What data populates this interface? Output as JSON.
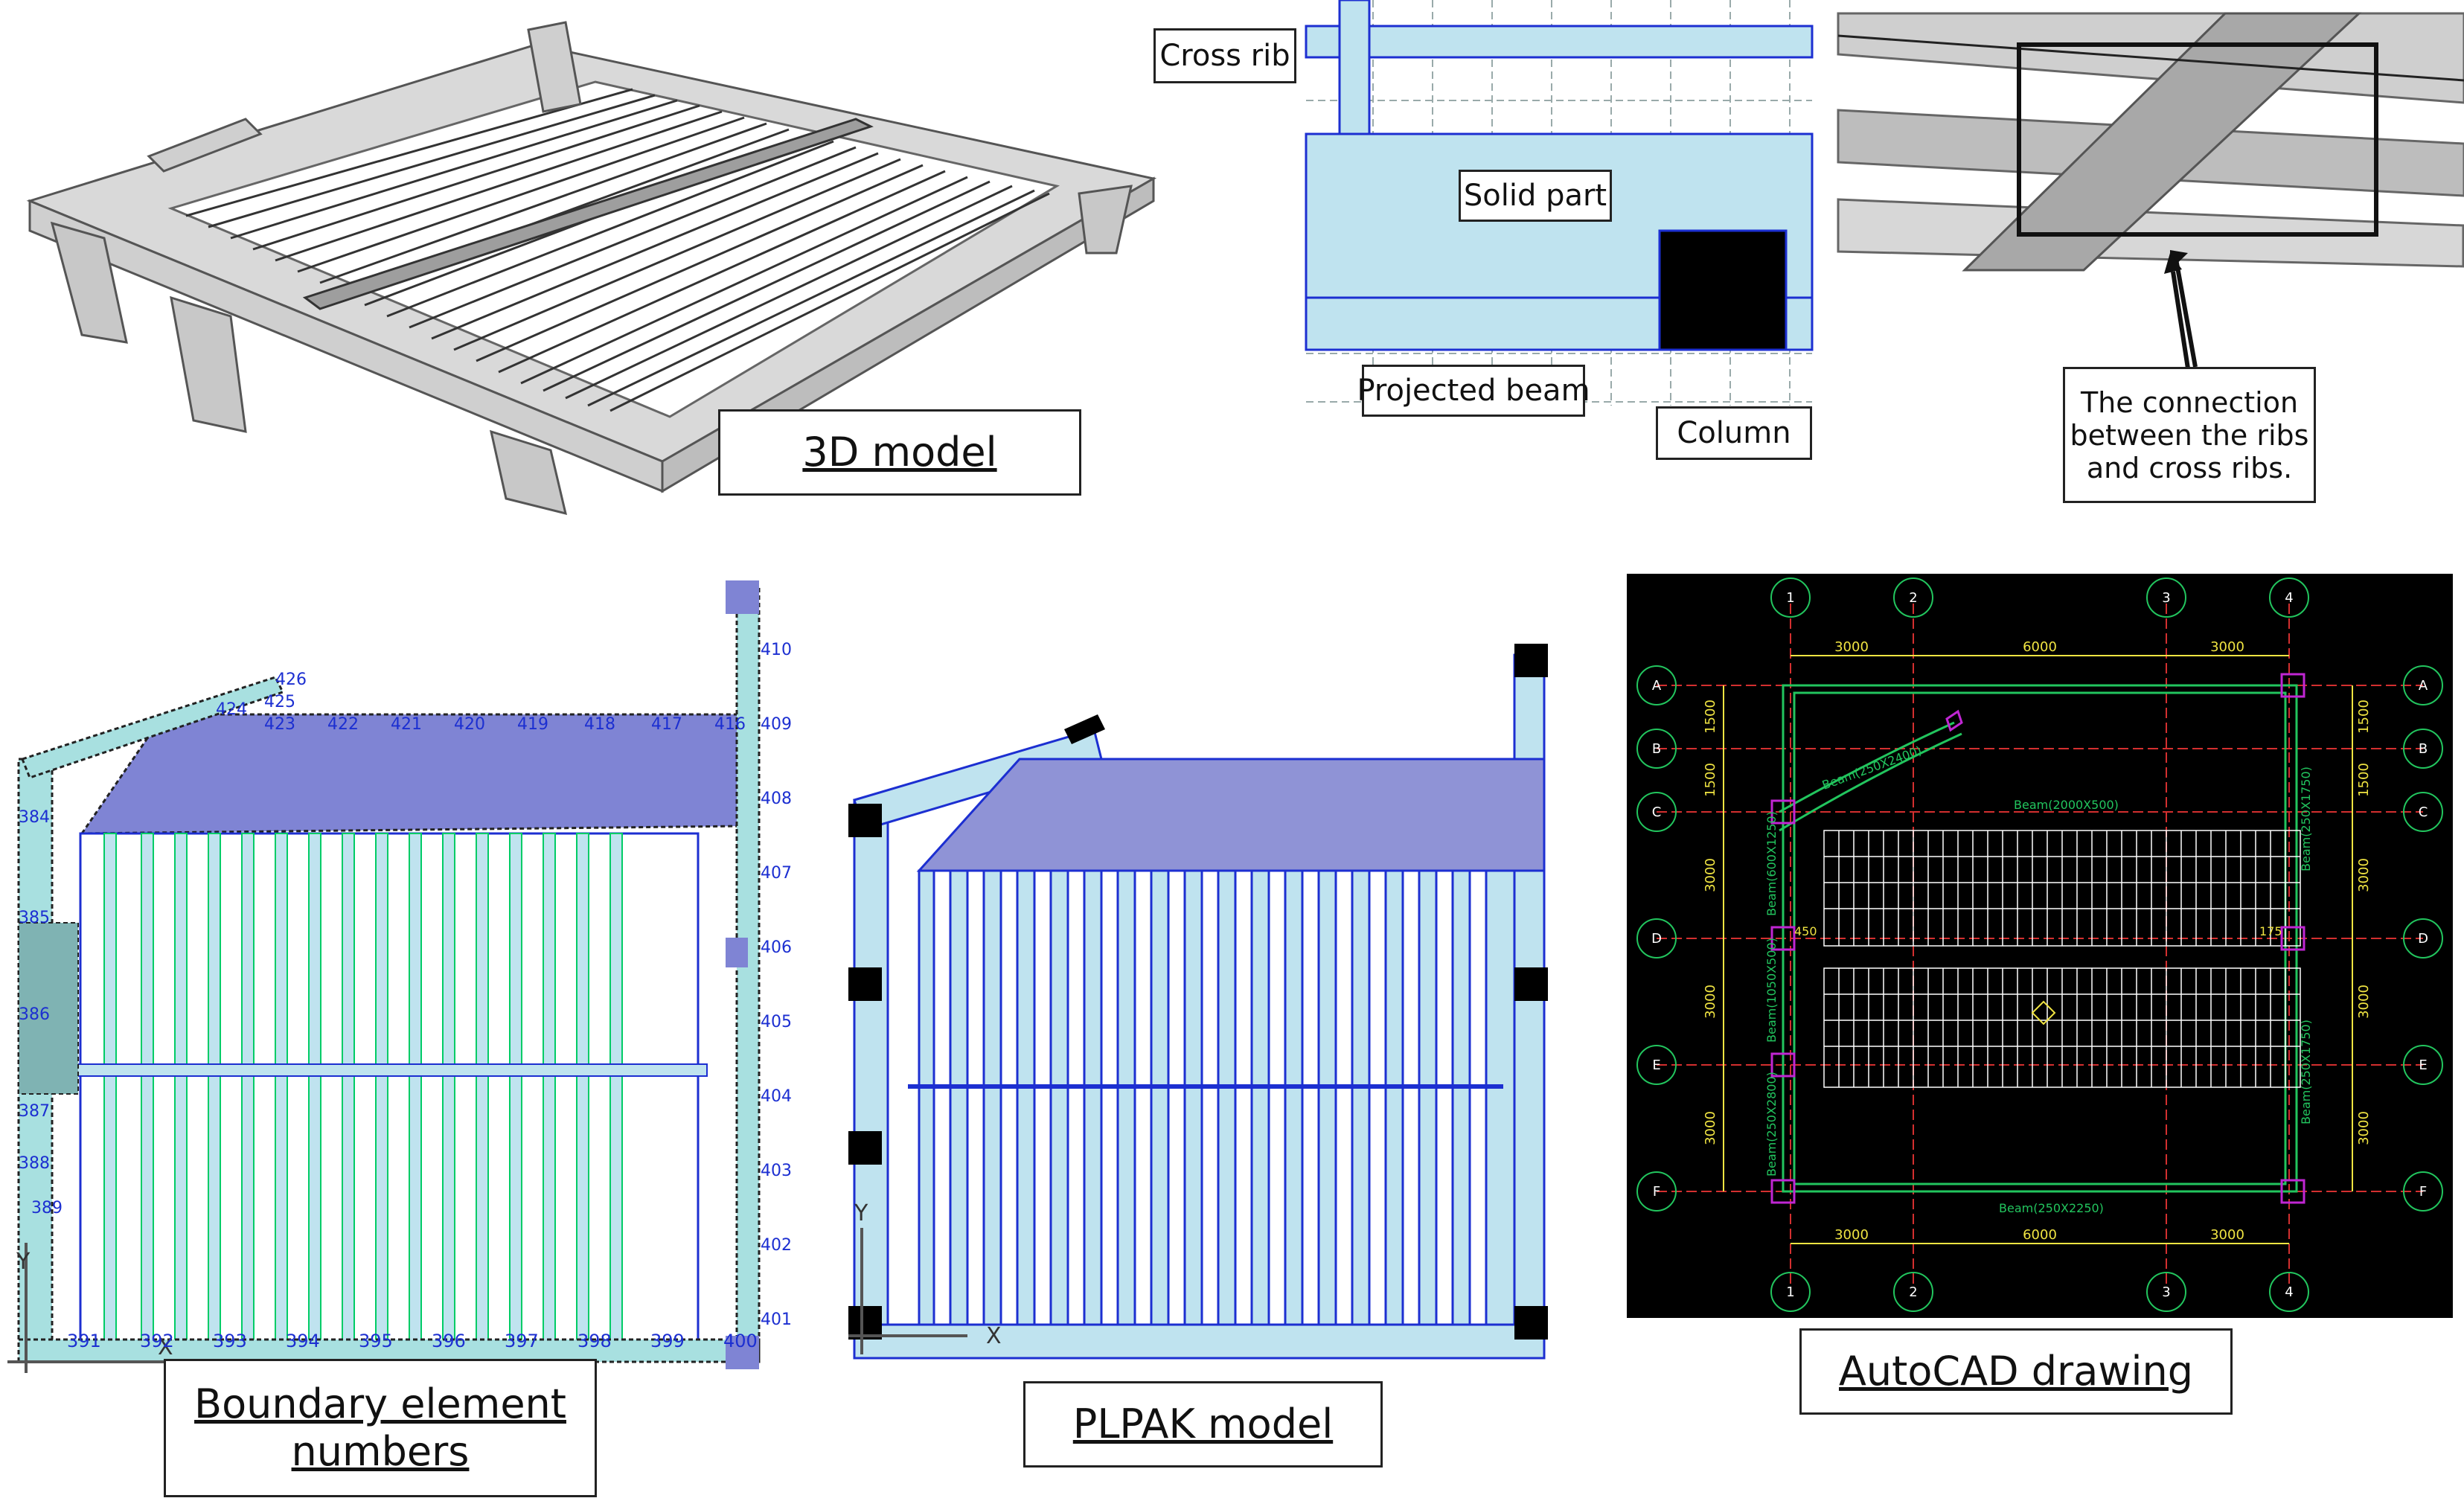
{
  "captions": {
    "model3d": "3D model",
    "boundary_line1": "Boundary element",
    "boundary_line2": "numbers",
    "plpak": "PLPAK model",
    "autocad": "AutoCAD drawing"
  },
  "detail_tags": {
    "cross_rib": "Cross rib",
    "solid_part": "Solid part",
    "projected_beam": "Projected beam",
    "column": "Column"
  },
  "connection_note": {
    "line1": "The connection",
    "line2": "between the ribs",
    "line3": "and cross ribs."
  },
  "boundary_numbers": {
    "bottom": [
      "391",
      "392",
      "393",
      "394",
      "395",
      "396",
      "397",
      "398",
      "399",
      "400"
    ],
    "right": [
      "401",
      "402",
      "403",
      "404",
      "405",
      "406",
      "407",
      "408",
      "409",
      "410"
    ],
    "left": [
      "384",
      "385",
      "386",
      "387",
      "388",
      "389"
    ],
    "top_arc": [
      "416",
      "417",
      "418",
      "419",
      "420",
      "421",
      "422",
      "423",
      "424",
      "425",
      "426"
    ],
    "axis_x": "X",
    "axis_y": "Y"
  },
  "plpak_axes": {
    "x": "X",
    "y": "Y"
  },
  "autocad": {
    "grid_cols": [
      "1",
      "2",
      "3",
      "4"
    ],
    "grid_rows": [
      "A",
      "B",
      "C",
      "D",
      "E",
      "F"
    ],
    "dims_top": [
      "3000",
      "6000",
      "3000"
    ],
    "dims_bottom": [
      "3000",
      "6000",
      "3000"
    ],
    "dims_left": [
      "1500",
      "1500",
      "3000",
      "3000",
      "3000"
    ],
    "dims_right": [
      "1500",
      "1500",
      "3000",
      "3000",
      "3000"
    ],
    "beam_labels": {
      "top_curve": "Beam(250X2400)",
      "top": "Beam(2000X500)",
      "left_upper": "Beam(600X1250)",
      "left_mid": "Beam(1050X500)",
      "left_lower": "Beam(250X2800)",
      "right_upper": "Beam(250X1750)",
      "right_lower": "Beam(250X1750)",
      "bottom": "Beam(250X2250)"
    },
    "offsets": [
      "450",
      "175"
    ],
    "colors": {
      "background": "#000000",
      "grid": "#d32f2f",
      "beam": "#22c55e",
      "dimension": "#f0e442",
      "rib": "#ffffff",
      "column": "#c026d3"
    }
  },
  "colors": {
    "plpak_fill": "#bfe3ef",
    "plpak_line": "#1c2fd1",
    "slab_fill": "#8f93d6",
    "column_fill": "#000000"
  }
}
